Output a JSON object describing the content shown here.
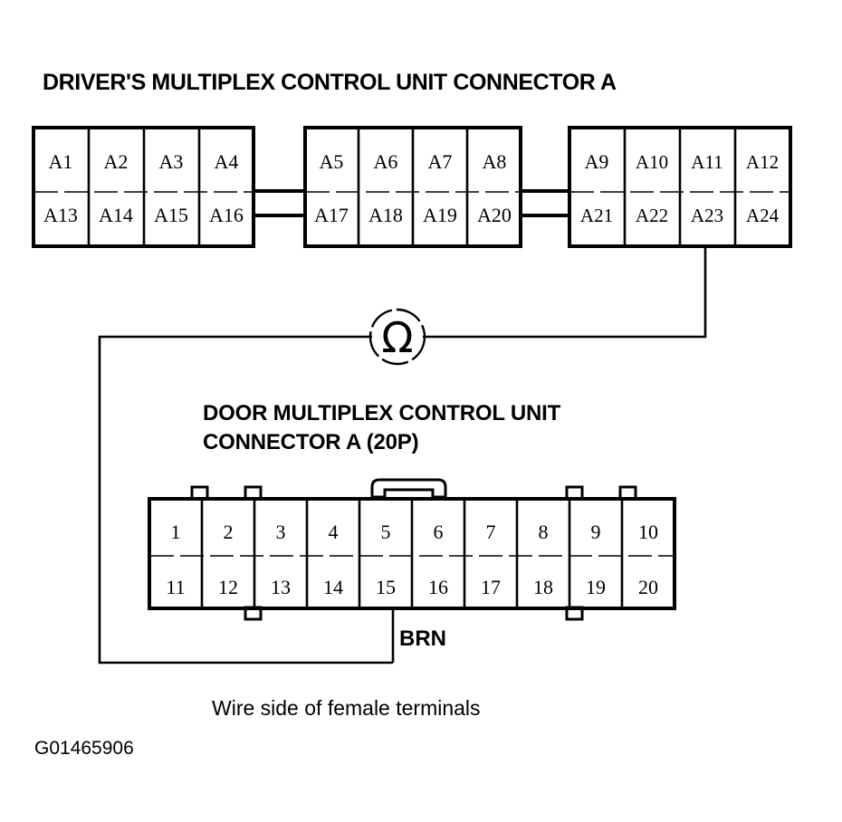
{
  "document": {
    "code": "G01465906",
    "caption": "Wire side of female terminals"
  },
  "driver_connector": {
    "title": "DRIVER'S MULTIPLEX CONTROL UNIT CONNECTOR A",
    "blocks": [
      {
        "name": "block-1",
        "top_row": [
          "A1",
          "A2",
          "A3",
          "A4"
        ],
        "bottom_row": [
          "A13",
          "A14",
          "A15",
          "A16"
        ]
      },
      {
        "name": "block-2",
        "top_row": [
          "A5",
          "A6",
          "A7",
          "A8"
        ],
        "bottom_row": [
          "A17",
          "A18",
          "A19",
          "A20"
        ]
      },
      {
        "name": "block-3",
        "top_row": [
          "A9",
          "A10",
          "A11",
          "A12"
        ],
        "bottom_row": [
          "A21",
          "A22",
          "A23",
          "A24"
        ]
      }
    ],
    "probed_terminal": "A23"
  },
  "door_connector": {
    "title_line1": "DOOR MULTIPLEX CONTROL UNIT",
    "title_line2": "CONNECTOR A (20P)",
    "top_row": [
      "1",
      "2",
      "3",
      "4",
      "5",
      "6",
      "7",
      "8",
      "9",
      "10"
    ],
    "bottom_row": [
      "11",
      "12",
      "13",
      "14",
      "15",
      "16",
      "17",
      "18",
      "19",
      "20"
    ],
    "probed_terminal": "15"
  },
  "wire": {
    "color_label": "BRN"
  },
  "meter": {
    "symbol": "Ω",
    "icon": "ohmmeter-icon"
  },
  "colors": {
    "ink": "#000000",
    "paper": "#ffffff"
  }
}
